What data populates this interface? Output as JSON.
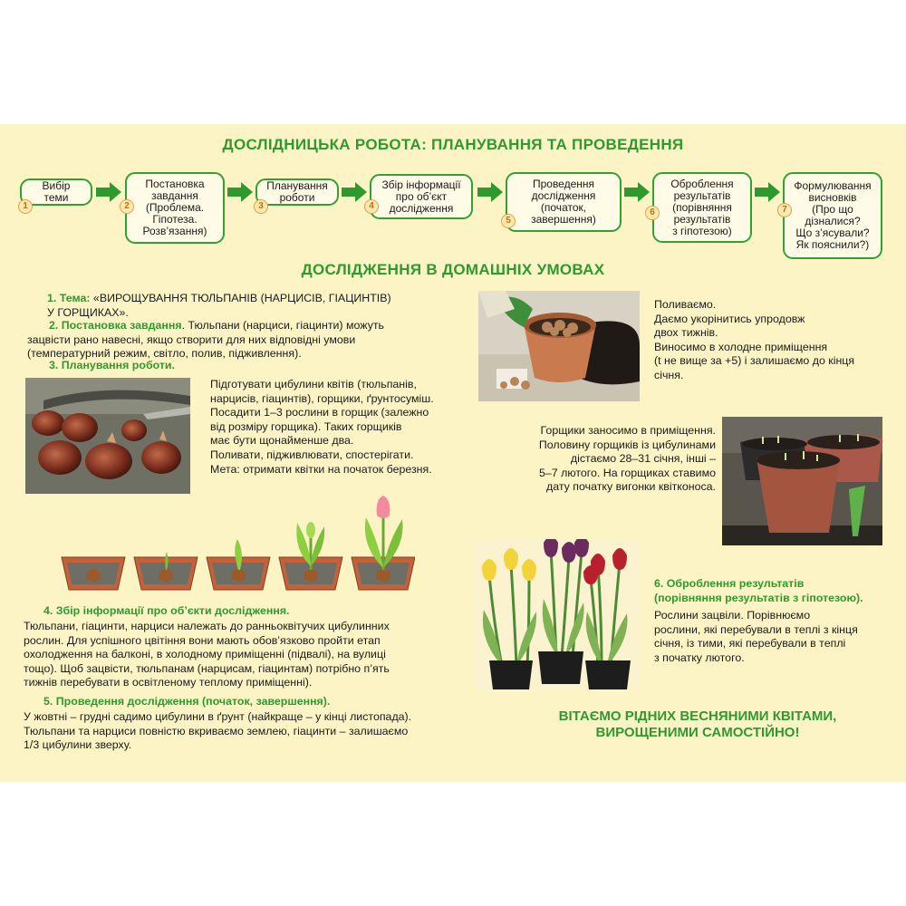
{
  "title": "ДОСЛІДНИЦЬКА РОБОТА: ПЛАНУВАННЯ ТА ПРОВЕДЕННЯ",
  "subtitle": "ДОСЛІДЖЕННЯ В ДОМАШНІХ УМОВАХ",
  "steps": [
    {
      "num": "1",
      "label": "Вибір\nтеми"
    },
    {
      "num": "2",
      "label": "Постановка\nзавдання\n(Проблема.\nГіпотеза.\nРозв’язання)"
    },
    {
      "num": "3",
      "label": "Планування\nроботи"
    },
    {
      "num": "4",
      "label": "Збір інформації\nпро об’єкт\nдослідження"
    },
    {
      "num": "5",
      "label": "Проведення\nдослідження\n(початок,\nзавершення)"
    },
    {
      "num": "6",
      "label": "Оброблення\nрезультатів\n(порівняння\nрезультатів\nз гіпотезою)"
    },
    {
      "num": "7",
      "label": "Формулювання\nвисновків\n(Про що\nдізналися?\nЩо з’ясували?\nЯк пояснили?)"
    }
  ],
  "left": {
    "s1_head": "1. Тема: ",
    "s1_text": "«ВИРОЩУВАННЯ ТЮЛЬПАНІВ (НАРЦИСІВ, ГІАЦИНТІВ)\nУ ГОРЩИКАХ»",
    "s1_end": ".",
    "s2_head": "2. Постановка завдання",
    "s2_text": ". Тюльпани (нарциси, гіацинти) можуть\nзацвісти рано навесні, якщо створити для них відповідні умови\n(температурний режим, світло, полив, підживлення).",
    "s3_head": "3. Планування роботи.",
    "s3_text": "Підготувати цибулини квітів (тюльпанів,\nнарцисів, гіацинтів), горщики, ґрунтосуміш.\nПосадити 1–3 рослини в горщик (залежно\nвід розміру горщика). Таких горщиків\nмає бути щонайменше два.\nПоливати, підживлювати, спостерігати.\nМета: отримати квітки на початок березня.",
    "s4_head": "4. Збір інформації про об’єкти дослідження.",
    "s4_text": "Тюльпани, гіацинти, нарциси належать до ранньоквітучих цибулинних\nрослин. Для успішного цвітіння вони мають обов’язково пройти етап\nохолодження на балконі, в холодному приміщенні (підвалі),  на вулиці\nтощо). Щоб зацвісти, тюльпанам (нарцисам, гіацинтам) потрібно п’ять\nтижнів перебувати в освітленому теплому приміщенні).",
    "s5_head": "5. Проведення дослідження (початок, завершення).",
    "s5_text": "У жовтні – грудні садимо цибулини в ґрунт (найкраще – у кінці листопада).\nТюльпани та нарциси повністю вкриваємо землею, гіацинти – залишаємо\n1/3 цибулини зверху."
  },
  "right": {
    "water_text": "Поливаємо.\nДаємо укорінитись упродовж\nдвох тижнів.\nВиносимо в холодне приміщення\n(t не вище за +5) і залишаємо до кінця\nсічня.",
    "pots_text": "Горщики заносимо в приміщення.\nПоловину горщиків із цибулинами\nдістаємо 28–31 січня, інші –\n5–7 лютого. На горщиках ставимо\nдату початку вигонки квітконоса.",
    "s6_head": "6. Оброблення результатів\n(порівняння результатів з гіпотезою).",
    "s6_text": "Рослини зацвіли. Порівнюємо\nрослини, які перебували в теплі з кінця\nсічня, із тими, які перебували в теплі\nз початку лютого.",
    "final": "ВІТАЄМО РІДНИХ ВЕСНЯНИМИ КВІТАМИ,\nВИРОЩЕНИМИ САМОСТІЙНО!"
  },
  "colors": {
    "accent": "#2e9a2e",
    "background": "#fdf4c6",
    "badge": "#c07010"
  },
  "icons": [
    "arrow-right-icon",
    "tulip-bulbs-photo",
    "planting-photo",
    "pots-photo",
    "tulips-photo",
    "growth-stages-illustration"
  ]
}
